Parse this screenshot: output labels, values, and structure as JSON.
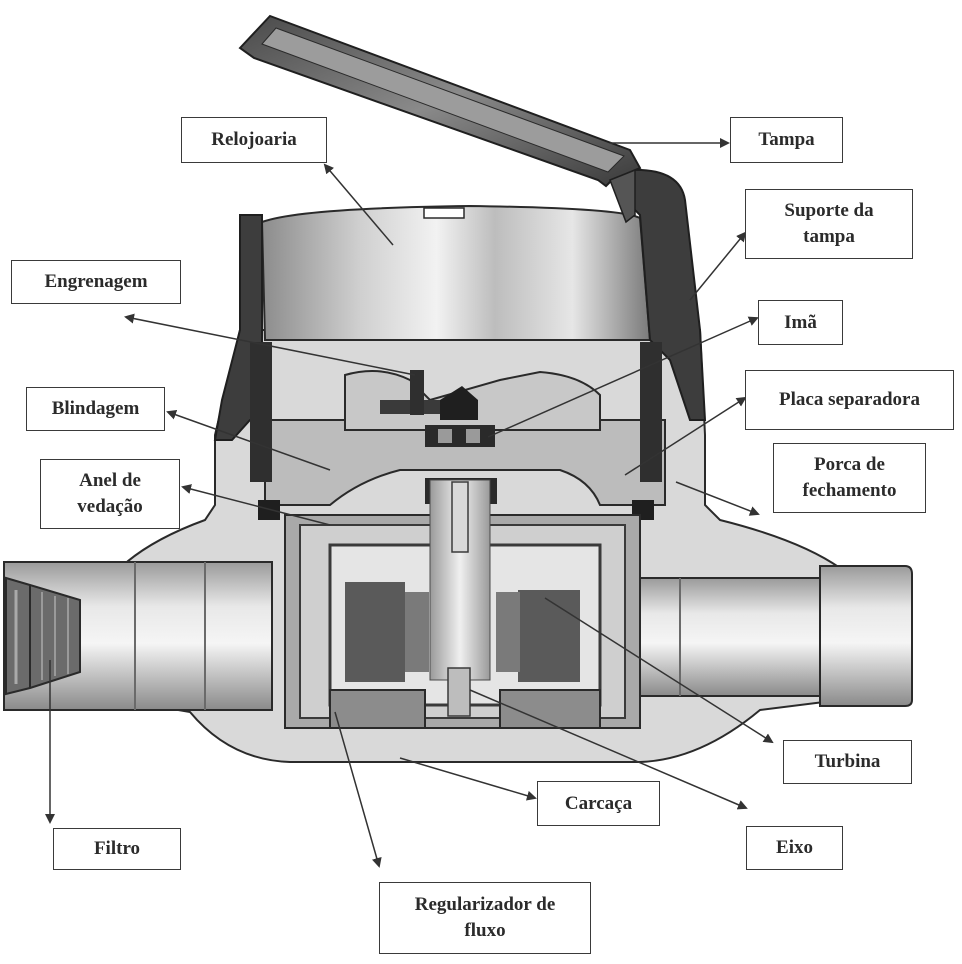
{
  "labels": {
    "relojoaria": "Relojoaria",
    "tampa": "Tampa",
    "suporte_tampa": "Suporte da\ntampa",
    "engrenagem": "Engrenagem",
    "ima": "Imã",
    "blindagem": "Blindagem",
    "placa_separadora": "Placa separadora",
    "anel_vedacao": "Anel de\nvedação",
    "porca_fechamento": "Porca de\nfechamento",
    "turbina": "Turbina",
    "carcaca": "Carcaça",
    "eixo": "Eixo",
    "filtro": "Filtro",
    "regularizador": "Regularizador de\nfluxo"
  },
  "colors": {
    "background": "#ffffff",
    "body_light": "#d9d9d9",
    "body_mid": "#a8a8a8",
    "body_dark": "#5e5e5e",
    "outline": "#2a2a2a",
    "lid": "#3d3d3d",
    "leader": "#333333"
  }
}
